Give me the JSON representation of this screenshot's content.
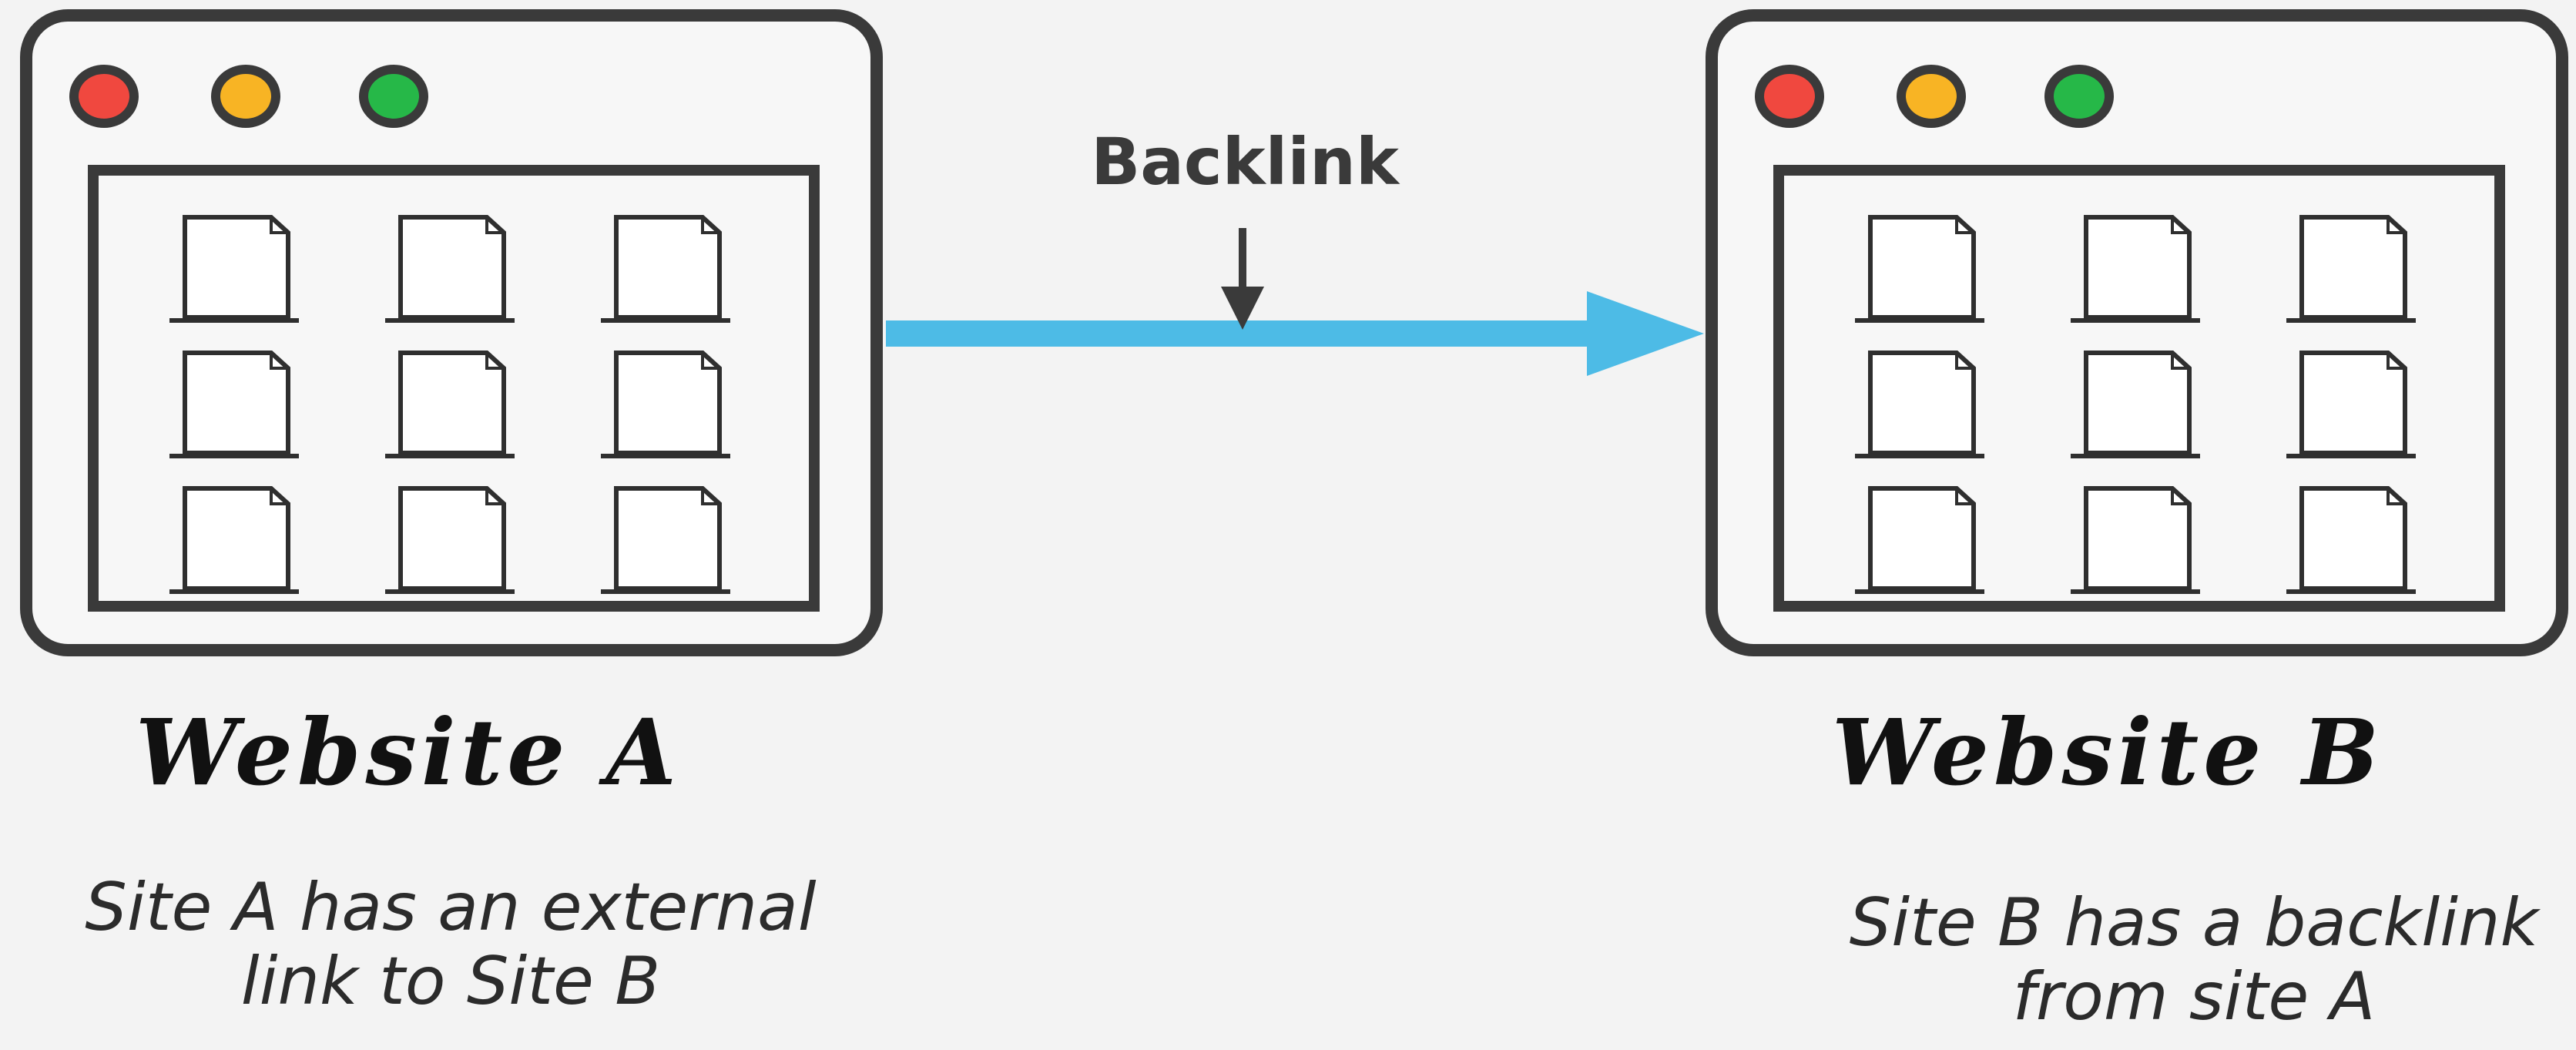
{
  "arrow": {
    "label": "Backlink",
    "line_color": "#4dbbe6",
    "pointer_color": "#3a3a3a"
  },
  "window_colors": {
    "frame": "#3a3a3a",
    "dot_red": "#f0483f",
    "dot_yellow": "#f8b424",
    "dot_green": "#26b848"
  },
  "sites": [
    {
      "title": "Website A",
      "caption_line1": "Site A has an external",
      "caption_line2": "link to Site B"
    },
    {
      "title": "Website B",
      "caption_line1": "Site B has a backlink",
      "caption_line2": "from site A"
    }
  ],
  "icons": {
    "document": "document-icon",
    "window_dot": "traffic-light-dot"
  }
}
